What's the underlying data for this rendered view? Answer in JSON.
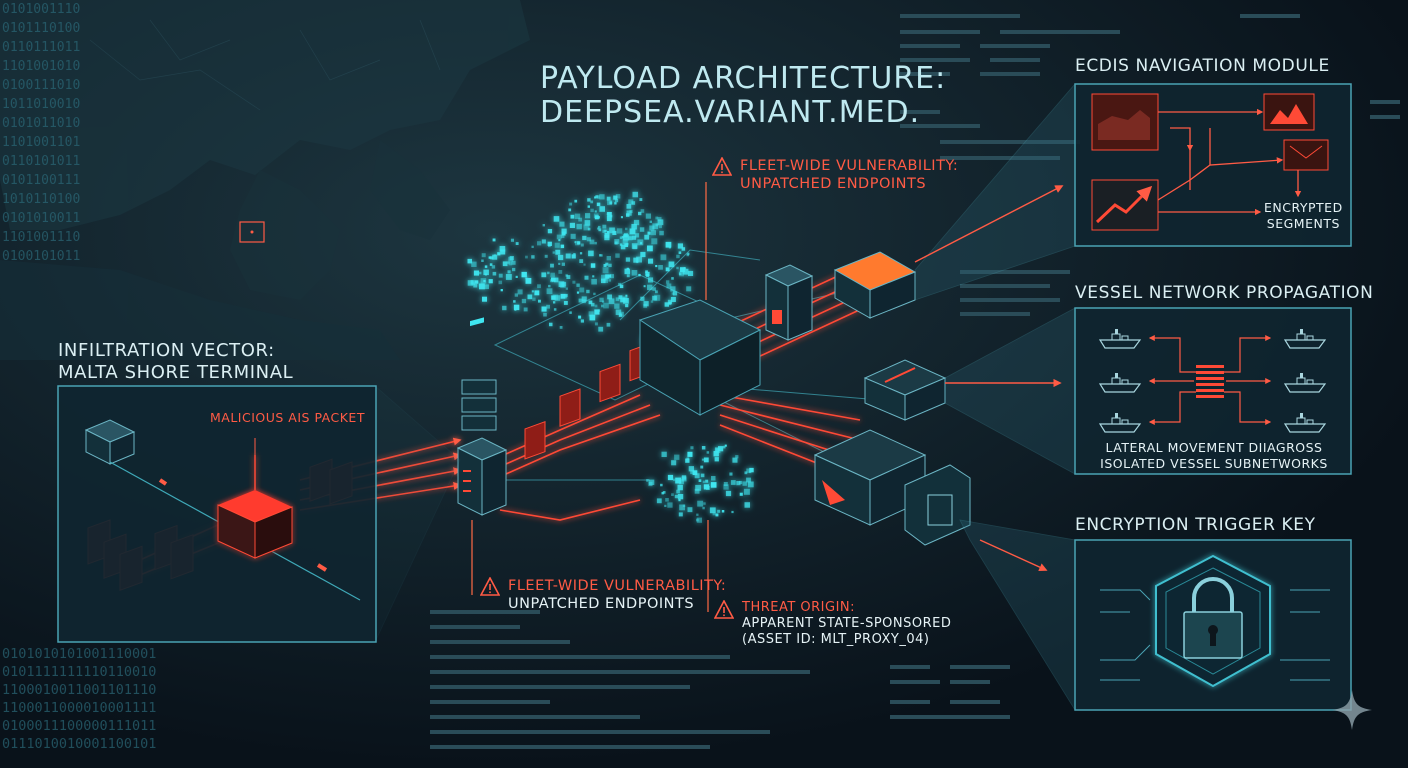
{
  "title_line1": "PAYLOAD ARCHITECTURE:",
  "title_line2": "DEEPSEA.VARIANT.MED.",
  "infiltration": {
    "line1": "INFILTRATION VECTOR:",
    "line2": "MALTA SHORE TERMINAL",
    "packet_label": "MALICIOUS AIS PACKET"
  },
  "warnings": [
    {
      "line1": "FLEET-WIDE VULNERABILITY:",
      "line2": "UNPATCHED ENDPOINTS"
    },
    {
      "line1": "FLEET-WIDE VULNERABILITY:",
      "line2": "UNPATCHED ENDPOINTS"
    }
  ],
  "threat": {
    "line1": "THREAT ORIGIN:",
    "line2": "APPARENT STATE-SPONSORED",
    "line3": "(ASSET ID: MLT_PROXY_04)"
  },
  "ecdis": {
    "title": "ECDIS NAVIGATION MODULE",
    "caption_line1": "ENCRYPTED",
    "caption_line2": "SEGMENTS"
  },
  "vessel": {
    "title": "VESSEL NETWORK PROPAGATION",
    "caption_line1": "LATERAL MOVEMENT DIIAGROSS",
    "caption_line2": "ISOLATED VESSEL SUBNETWORKS"
  },
  "encryption": {
    "title": "ENCRYPTION TRIGGER KEY"
  },
  "binary_left": "0101001110\n0101110100\n0110111011\n1101001010\n0100111010\n1011010010\n0101011010\n1101001101\n0110101011\n0101100111\n1010110100\n0101010011\n1101001110\n0100101011",
  "binary_bottom": "0101010101001110001\n0101111111110110010\n1100010011001101110\n1100011000010001111\n0100011100000111011\n0111010010001100101",
  "colors": {
    "background": "#0b1419",
    "accent_cyan": "#3fe6f0",
    "accent_red": "#ff4a36",
    "panel_border": "#4aa3b4"
  }
}
